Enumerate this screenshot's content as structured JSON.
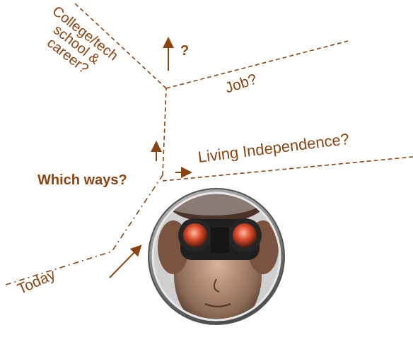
{
  "labels": {
    "college": "College/tech\nschool &\ncareer?",
    "job": "Job?",
    "living": "Living Independence?",
    "which": "Which ways?",
    "today": "Today",
    "up_question": "?"
  },
  "colors": {
    "path": "#8b4513",
    "text": "#8b4513",
    "orb_ring": "#6a6a6a",
    "background": "#ffffff"
  },
  "image": {
    "subject": "person-looking-through-binoculars"
  }
}
